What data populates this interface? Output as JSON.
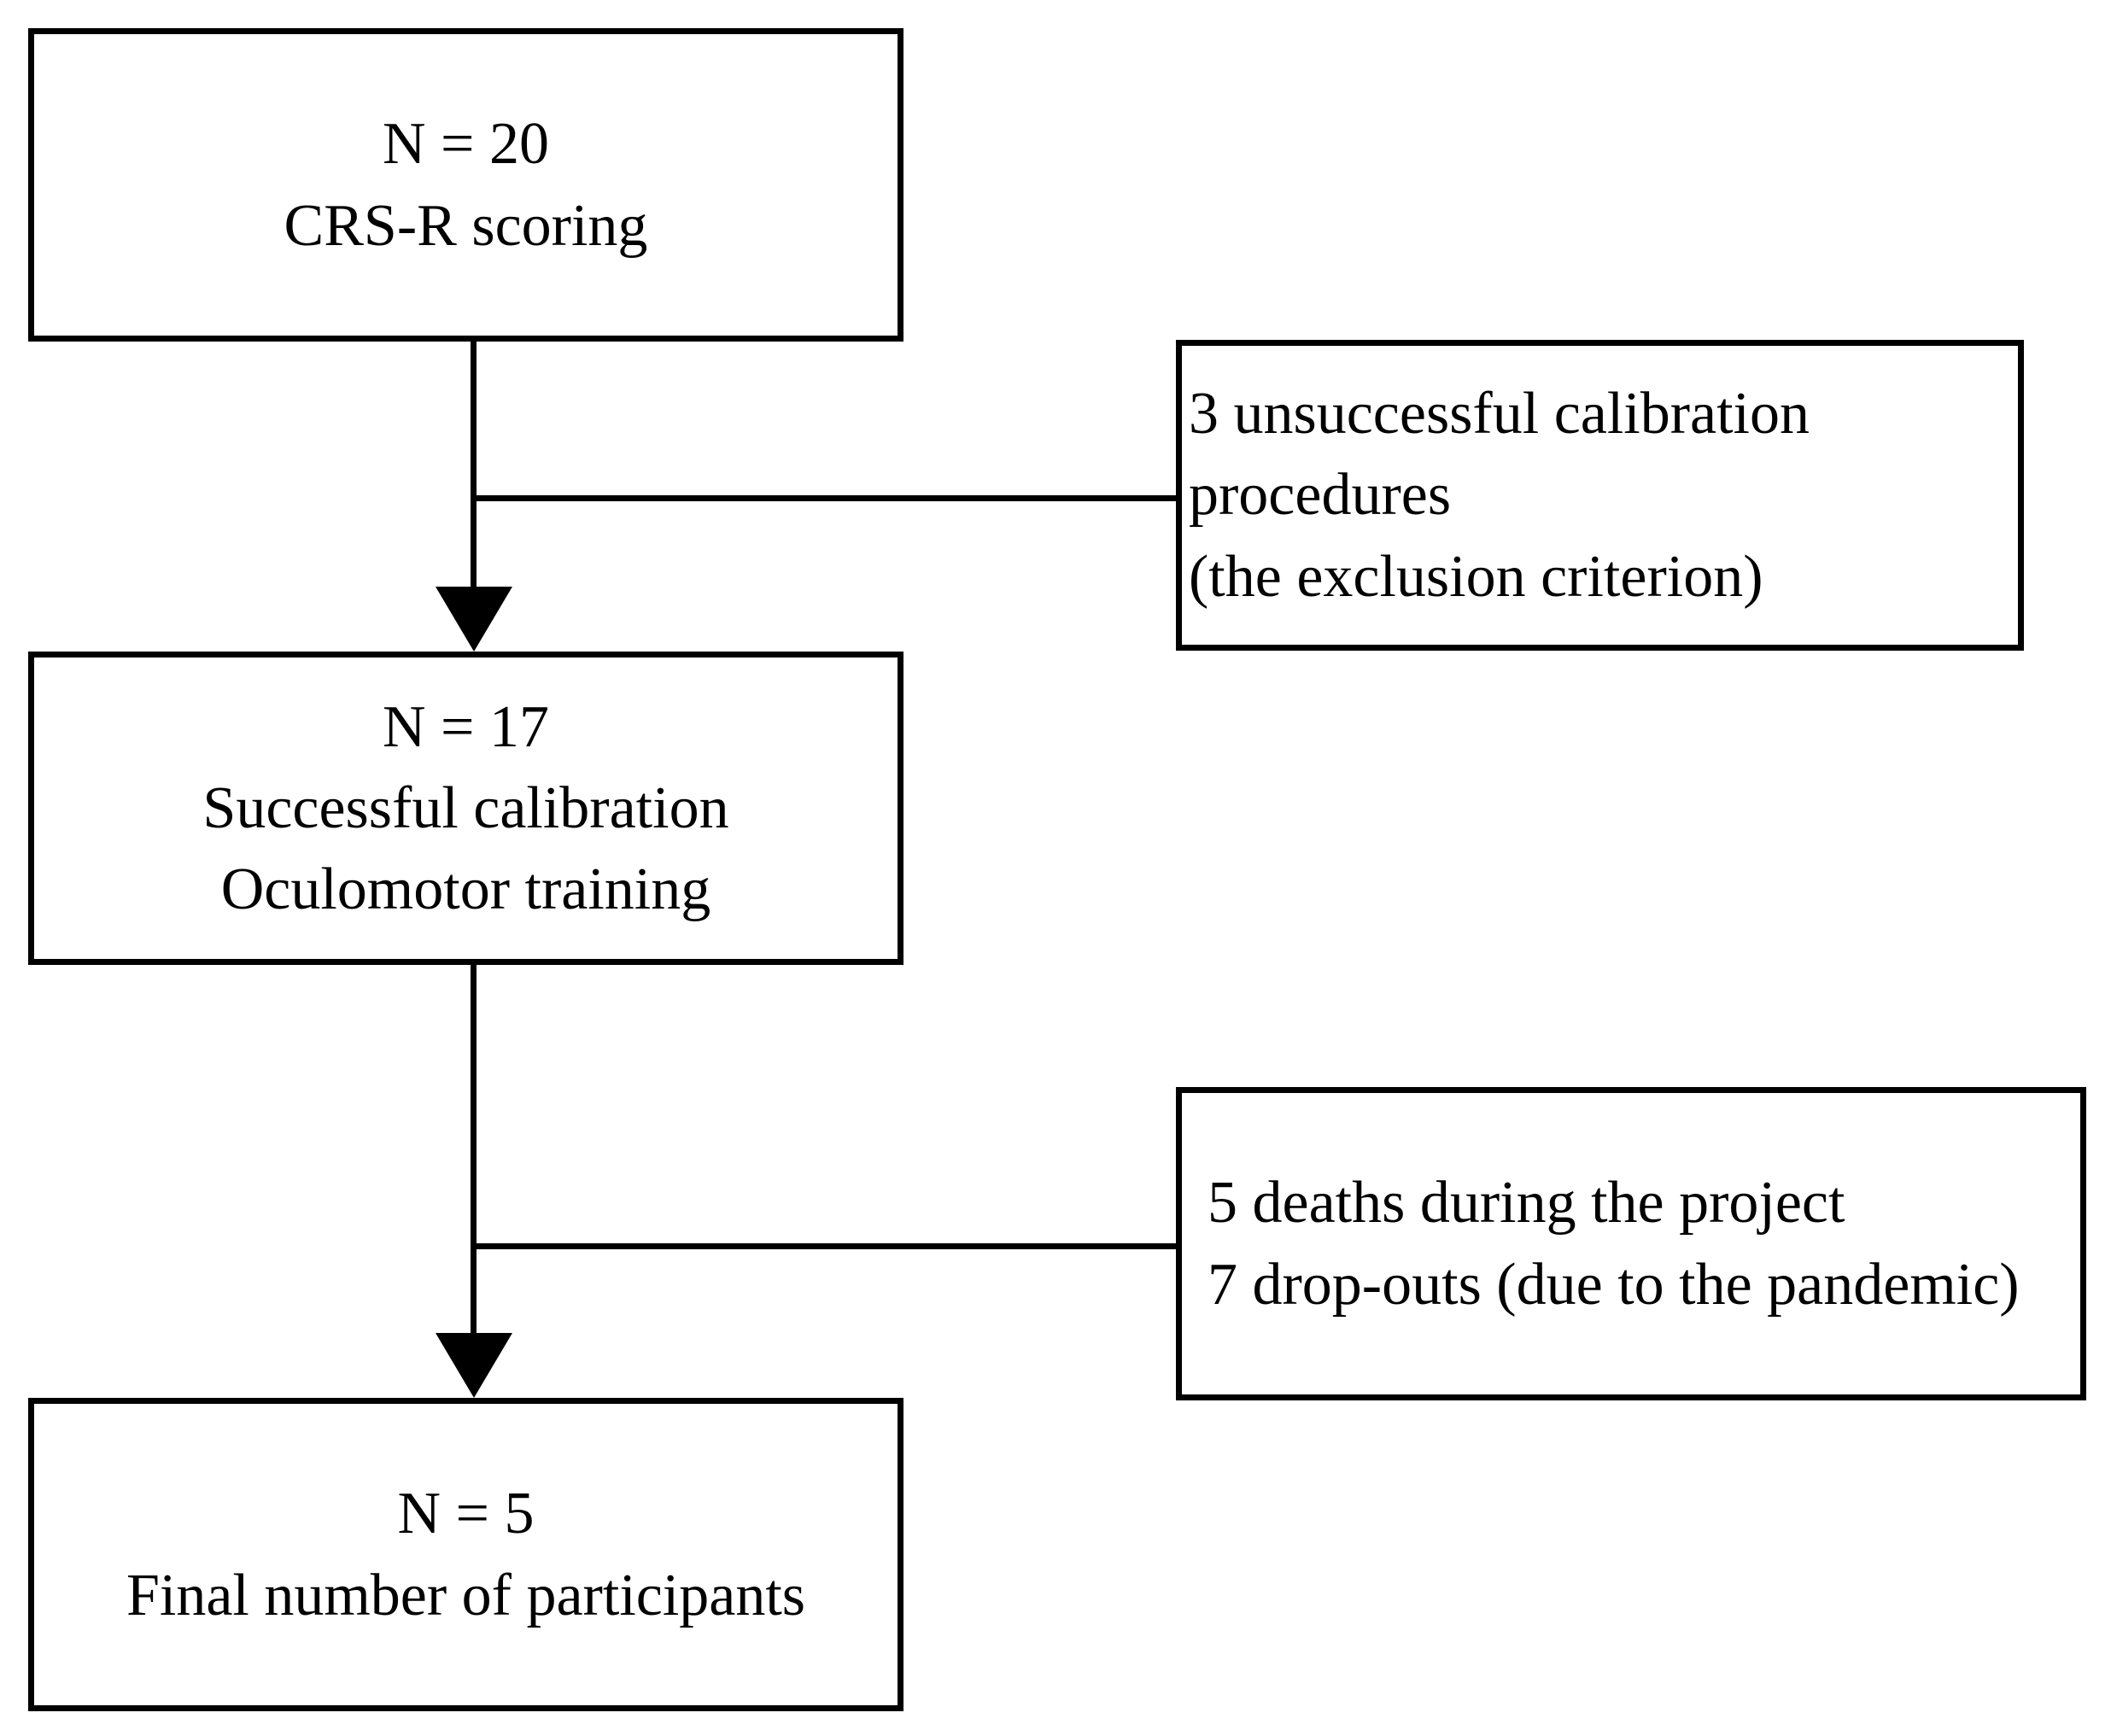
{
  "flowchart": {
    "background_color": "#ffffff",
    "stroke_color": "#000000",
    "nodes": {
      "crsr_scoring": {
        "line1": "N = 20",
        "line2": "CRS-R scoring"
      },
      "successful_calibration": {
        "line1": "N = 17",
        "line2": "Successful calibration",
        "line3": "Oculomotor training"
      },
      "final_participants": {
        "line1": "N = 5",
        "line2": "Final number of participants"
      },
      "exclusion": {
        "line1": "3 unsuccessful calibration procedures",
        "line2": "(the exclusion criterion)"
      },
      "attrition": {
        "line1": "5 deaths during the project",
        "line2": "7 drop-outs (due to the pandemic)"
      }
    }
  }
}
